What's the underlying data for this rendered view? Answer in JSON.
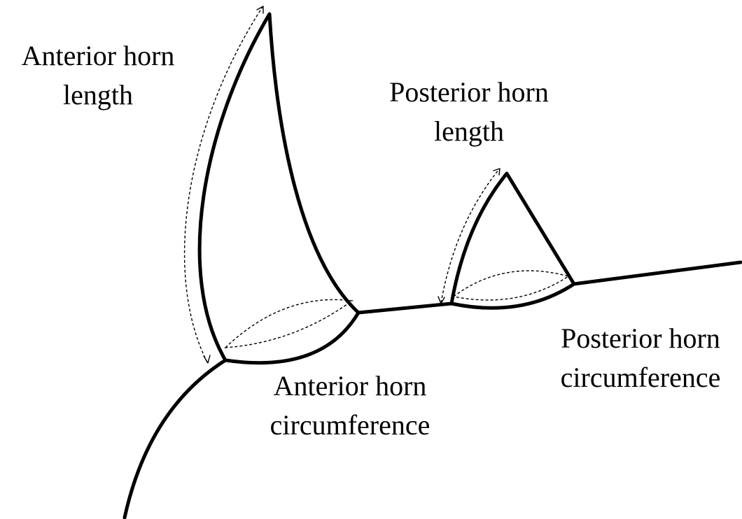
{
  "labels": {
    "anterior_horn_length": [
      "Anterior horn",
      "length"
    ],
    "posterior_horn_length": [
      "Posterior horn",
      "length"
    ],
    "anterior_horn_circumference": [
      "Anterior horn",
      "circumference"
    ],
    "posterior_horn_circumference": [
      "Posterior horn",
      "circumference"
    ]
  },
  "colors": {
    "stroke": "#000000",
    "background": "#ffffff"
  }
}
